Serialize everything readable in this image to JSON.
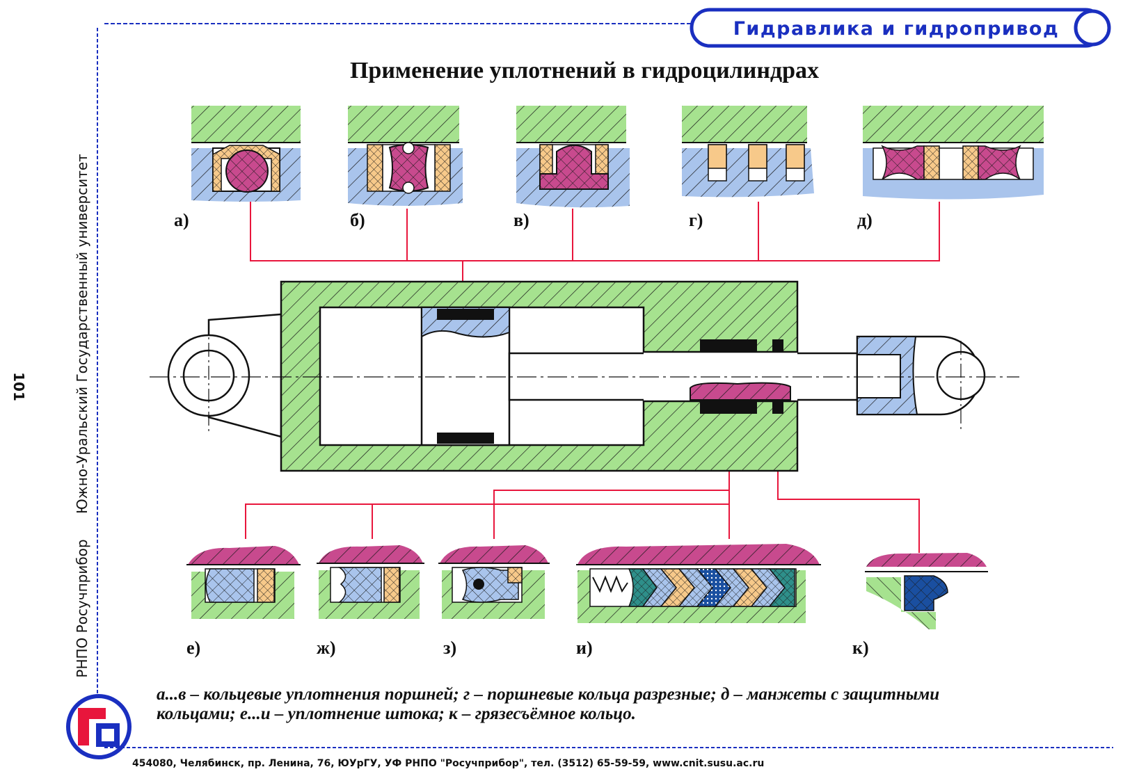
{
  "header": {
    "subject": "Гидравлика и гидропривод"
  },
  "title": "Применение уплотнений в гидроцилиндрах",
  "page_number": "101",
  "sidebar": {
    "university": "Южно-Уральский Государственный университет",
    "publisher": "РНПО Росучприбор"
  },
  "labels": {
    "a": "а)",
    "b": "б)",
    "v": "в)",
    "g": "г)",
    "d": "д)",
    "e": "е)",
    "zh": "ж)",
    "z": "з)",
    "i": "и)",
    "k": "к)"
  },
  "caption": {
    "line1": "а...в – кольцевые уплотнения поршней; г – поршневые кольца разрезные; д – манжеты с защитными",
    "line2": "кольцами; е...и – уплотнение штока; к – грязесъёмное кольцо."
  },
  "footer": {
    "address": "454080, Челябинск, пр. Ленина, 76, ЮУрГУ, УФ РНПО \"Росучприбор\", тел. (3512) 65-59-59, www.cnit.susu.ac.ru"
  },
  "colors": {
    "green": "#a6e28f",
    "blue": "#a9c4ec",
    "magenta": "#c84a8e",
    "orange": "#f7c98a",
    "accent": "#1a2fc0",
    "leader": "#e8163c",
    "teal": "#2e8f8a"
  }
}
